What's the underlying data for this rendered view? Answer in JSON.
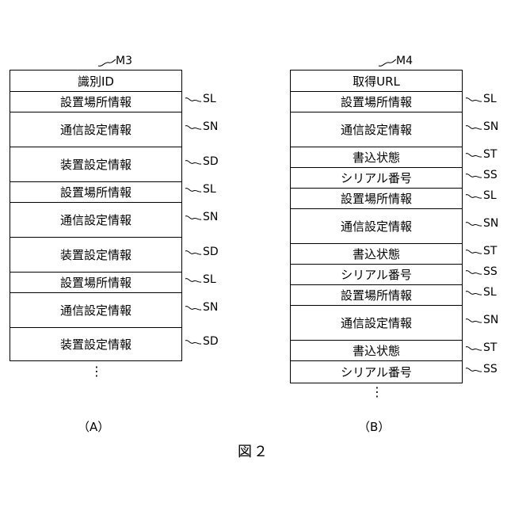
{
  "panel_a": {
    "ref": "M3",
    "header": "識別ID",
    "rows": [
      {
        "label": "設置場所情報",
        "code": "SL"
      },
      {
        "label": "通信設定情報",
        "code": "SN"
      },
      {
        "label": "装置設定情報",
        "code": "SD"
      },
      {
        "label": "設置場所情報",
        "code": "SL"
      },
      {
        "label": "通信設定情報",
        "code": "SN"
      },
      {
        "label": "装置設定情報",
        "code": "SD"
      },
      {
        "label": "設置場所情報",
        "code": "SL"
      },
      {
        "label": "通信設定情報",
        "code": "SN"
      },
      {
        "label": "装置設定情報",
        "code": "SD"
      }
    ],
    "continuation": "⋮",
    "caption": "（A）"
  },
  "panel_b": {
    "ref": "M4",
    "header": "取得URL",
    "rows": [
      {
        "label": "設置場所情報",
        "code": "SL"
      },
      {
        "label": "通信設定情報",
        "code": "SN"
      },
      {
        "label": "書込状態",
        "code": "ST"
      },
      {
        "label": "シリアル番号",
        "code": "SS"
      },
      {
        "label": "設置場所情報",
        "code": "SL"
      },
      {
        "label": "通信設定情報",
        "code": "SN"
      },
      {
        "label": "書込状態",
        "code": "ST"
      },
      {
        "label": "シリアル番号",
        "code": "SS"
      },
      {
        "label": "設置場所情報",
        "code": "SL"
      },
      {
        "label": "通信設定情報",
        "code": "SN"
      },
      {
        "label": "書込状態",
        "code": "ST"
      },
      {
        "label": "シリアル番号",
        "code": "SS"
      }
    ],
    "continuation": "⋮",
    "caption": "（B）"
  },
  "figure_caption": "図２"
}
